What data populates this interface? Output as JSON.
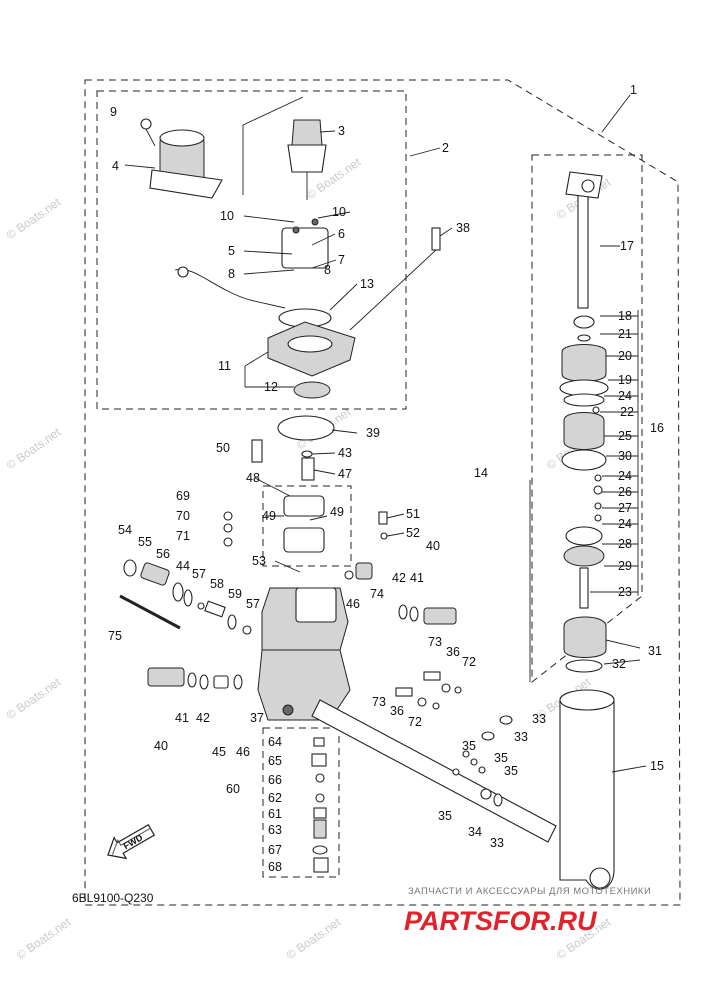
{
  "diagram_code": "6BL9100-Q230",
  "direction_label": "FWD",
  "watermark_text": "© Boats.net",
  "banner": {
    "top_text": "ЗАПЧАСТИ И АКСЕССУАРЫ ДЛЯ МОТОТЕХНИКИ",
    "logo_text": "PARTSFOR.RU",
    "logo_color": "#e2222a"
  },
  "callouts": [
    "1",
    "2",
    "3",
    "4",
    "5",
    "6",
    "7",
    "8",
    "8",
    "9",
    "10",
    "10",
    "11",
    "12",
    "13",
    "14",
    "15",
    "16",
    "17",
    "18",
    "19",
    "20",
    "21",
    "22",
    "23",
    "24",
    "24",
    "24",
    "25",
    "26",
    "27",
    "28",
    "29",
    "30",
    "31",
    "32",
    "33",
    "33",
    "33",
    "34",
    "35",
    "35",
    "35",
    "35",
    "36",
    "36",
    "37",
    "38",
    "39",
    "40",
    "40",
    "41",
    "41",
    "42",
    "42",
    "43",
    "44",
    "45",
    "46",
    "46",
    "47",
    "48",
    "49",
    "49",
    "50",
    "51",
    "52",
    "53",
    "54",
    "55",
    "56",
    "57",
    "57",
    "58",
    "59",
    "60",
    "61",
    "62",
    "63",
    "64",
    "65",
    "66",
    "67",
    "68",
    "69",
    "70",
    "71",
    "72",
    "72",
    "73",
    "73",
    "74",
    "75"
  ]
}
